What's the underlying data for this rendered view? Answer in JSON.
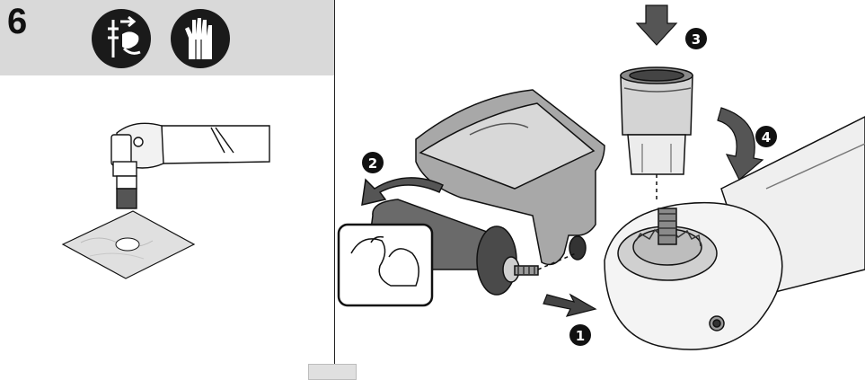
{
  "step": {
    "number": "6"
  },
  "icons": {
    "unplug": "unplug-power-icon",
    "gloves": "wear-gloves-icon"
  },
  "callouts": [
    "❶",
    "❷",
    "❸",
    "❹"
  ],
  "colors": {
    "header_band": "#d9d9d9",
    "ink": "#111111",
    "metal_dark": "#5a5a5a",
    "metal_mid": "#9a9a9a",
    "metal_light": "#e6e6e6"
  }
}
